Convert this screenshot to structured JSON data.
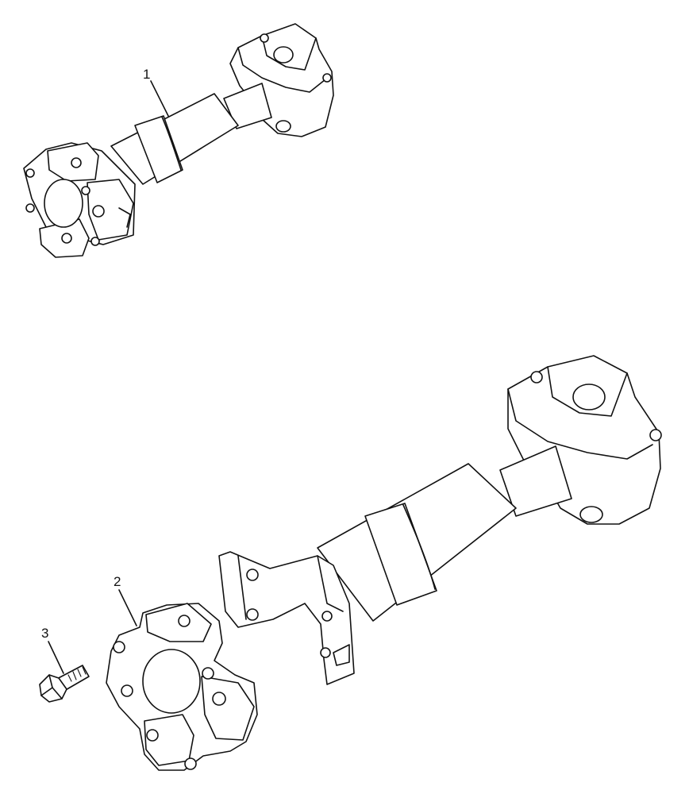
{
  "callouts": {
    "c1": "1",
    "c2": "2",
    "c3": "3"
  },
  "colors": {
    "line": "#111111",
    "background": "#ffffff"
  }
}
